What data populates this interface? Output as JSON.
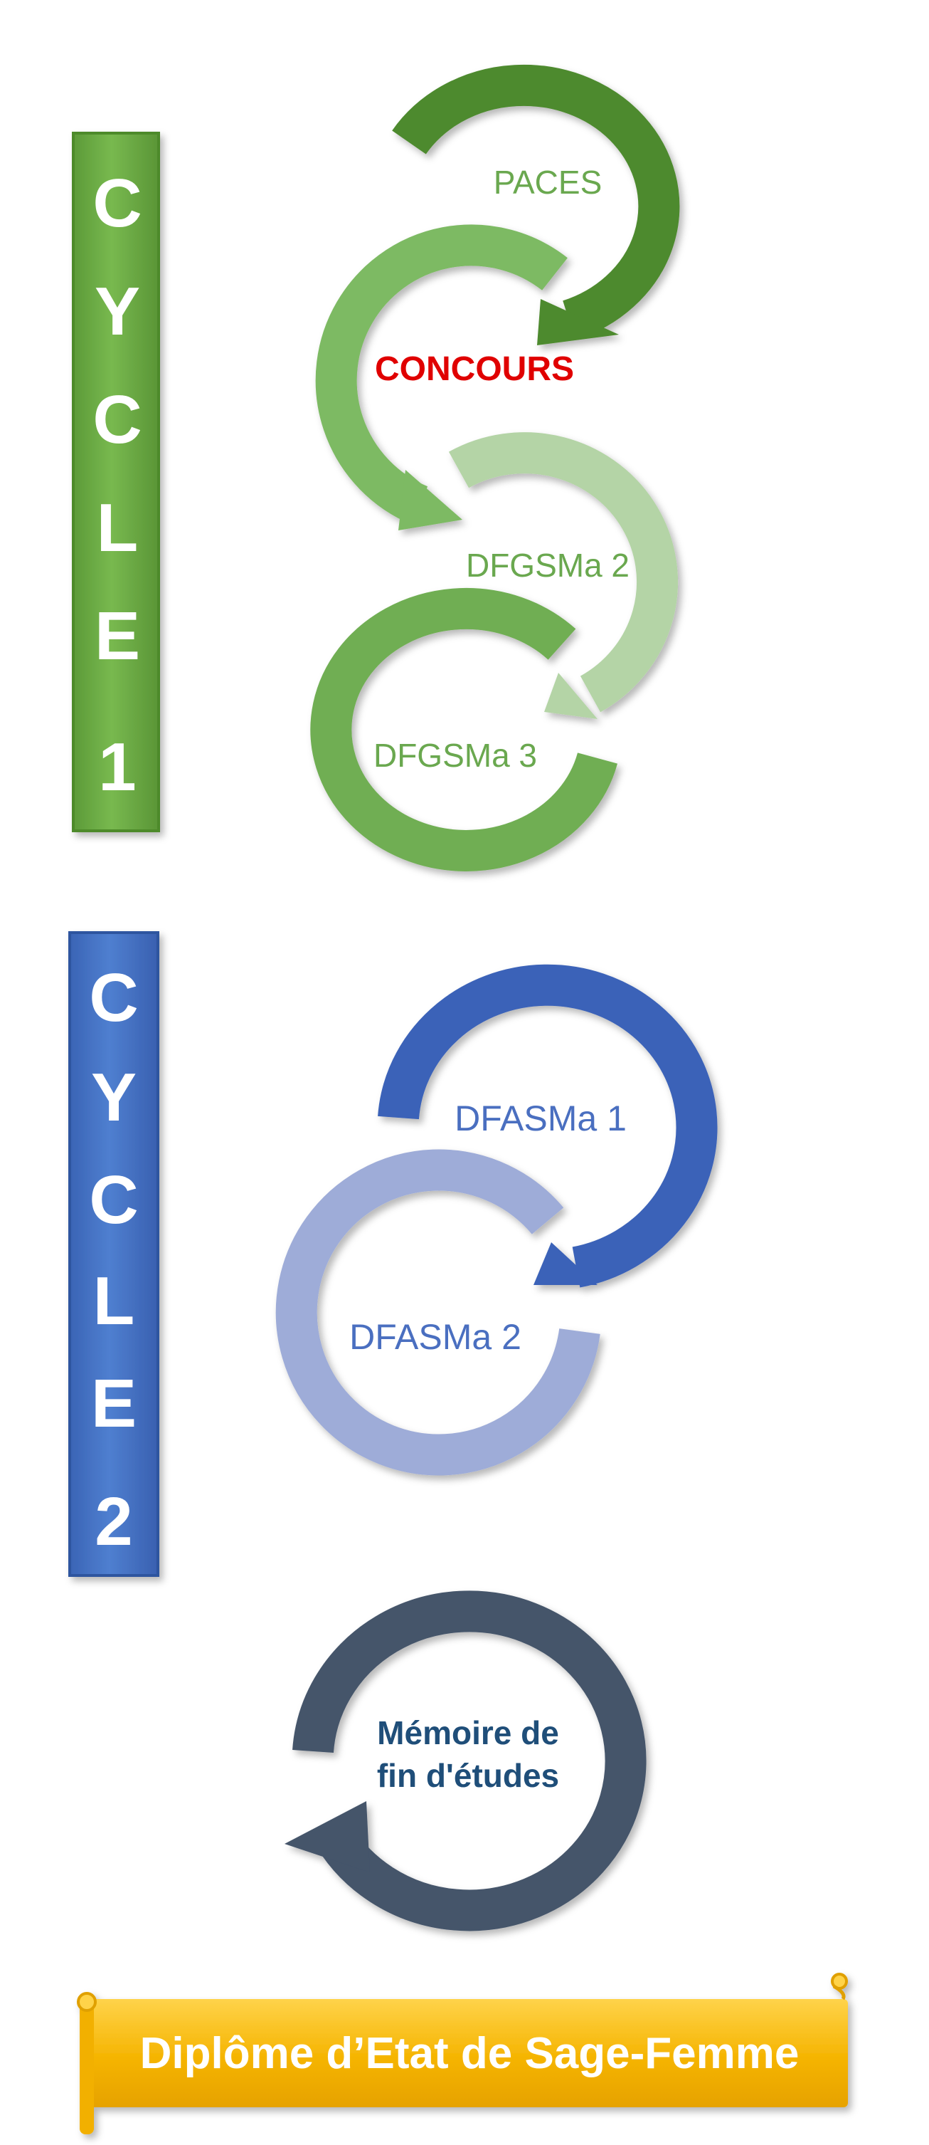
{
  "cycle1": {
    "letters": [
      "C",
      "Y",
      "C",
      "L",
      "E",
      "1"
    ],
    "color": "#6aac45",
    "steps": [
      {
        "label": "PACES",
        "color": "#6aa84f"
      },
      {
        "label": "CONCOURS",
        "color": "#e00000"
      },
      {
        "label": "DFGSMa 2",
        "color": "#6aa84f"
      },
      {
        "label": "DFGSMa 3",
        "color": "#6aa84f"
      }
    ],
    "arc_colors": {
      "paces": "#4e8a2e",
      "concours": "#7dba63",
      "dfgsma2": "#b4d4a6",
      "dfgsma3": "#6fae52"
    }
  },
  "cycle2": {
    "letters": [
      "C",
      "Y",
      "C",
      "L",
      "E",
      "2"
    ],
    "color": "#4472c4",
    "steps": [
      {
        "label": "DFASMa 1",
        "color": "#4a6fc0"
      },
      {
        "label": "DFASMa 2",
        "color": "#4a6fc0"
      }
    ],
    "arc_colors": {
      "dfasma1": "#3b62b8",
      "dfasma2": "#9eacd8"
    }
  },
  "memoire": {
    "lines": [
      "Mémoire de",
      "fin d'études"
    ],
    "arc_color": "#44546a",
    "text_color": "#1f4e79"
  },
  "diploma": {
    "label": "Diplôme d’Etat de Sage-Femme",
    "color": "#f5b400",
    "text_color": "#ffffff"
  }
}
